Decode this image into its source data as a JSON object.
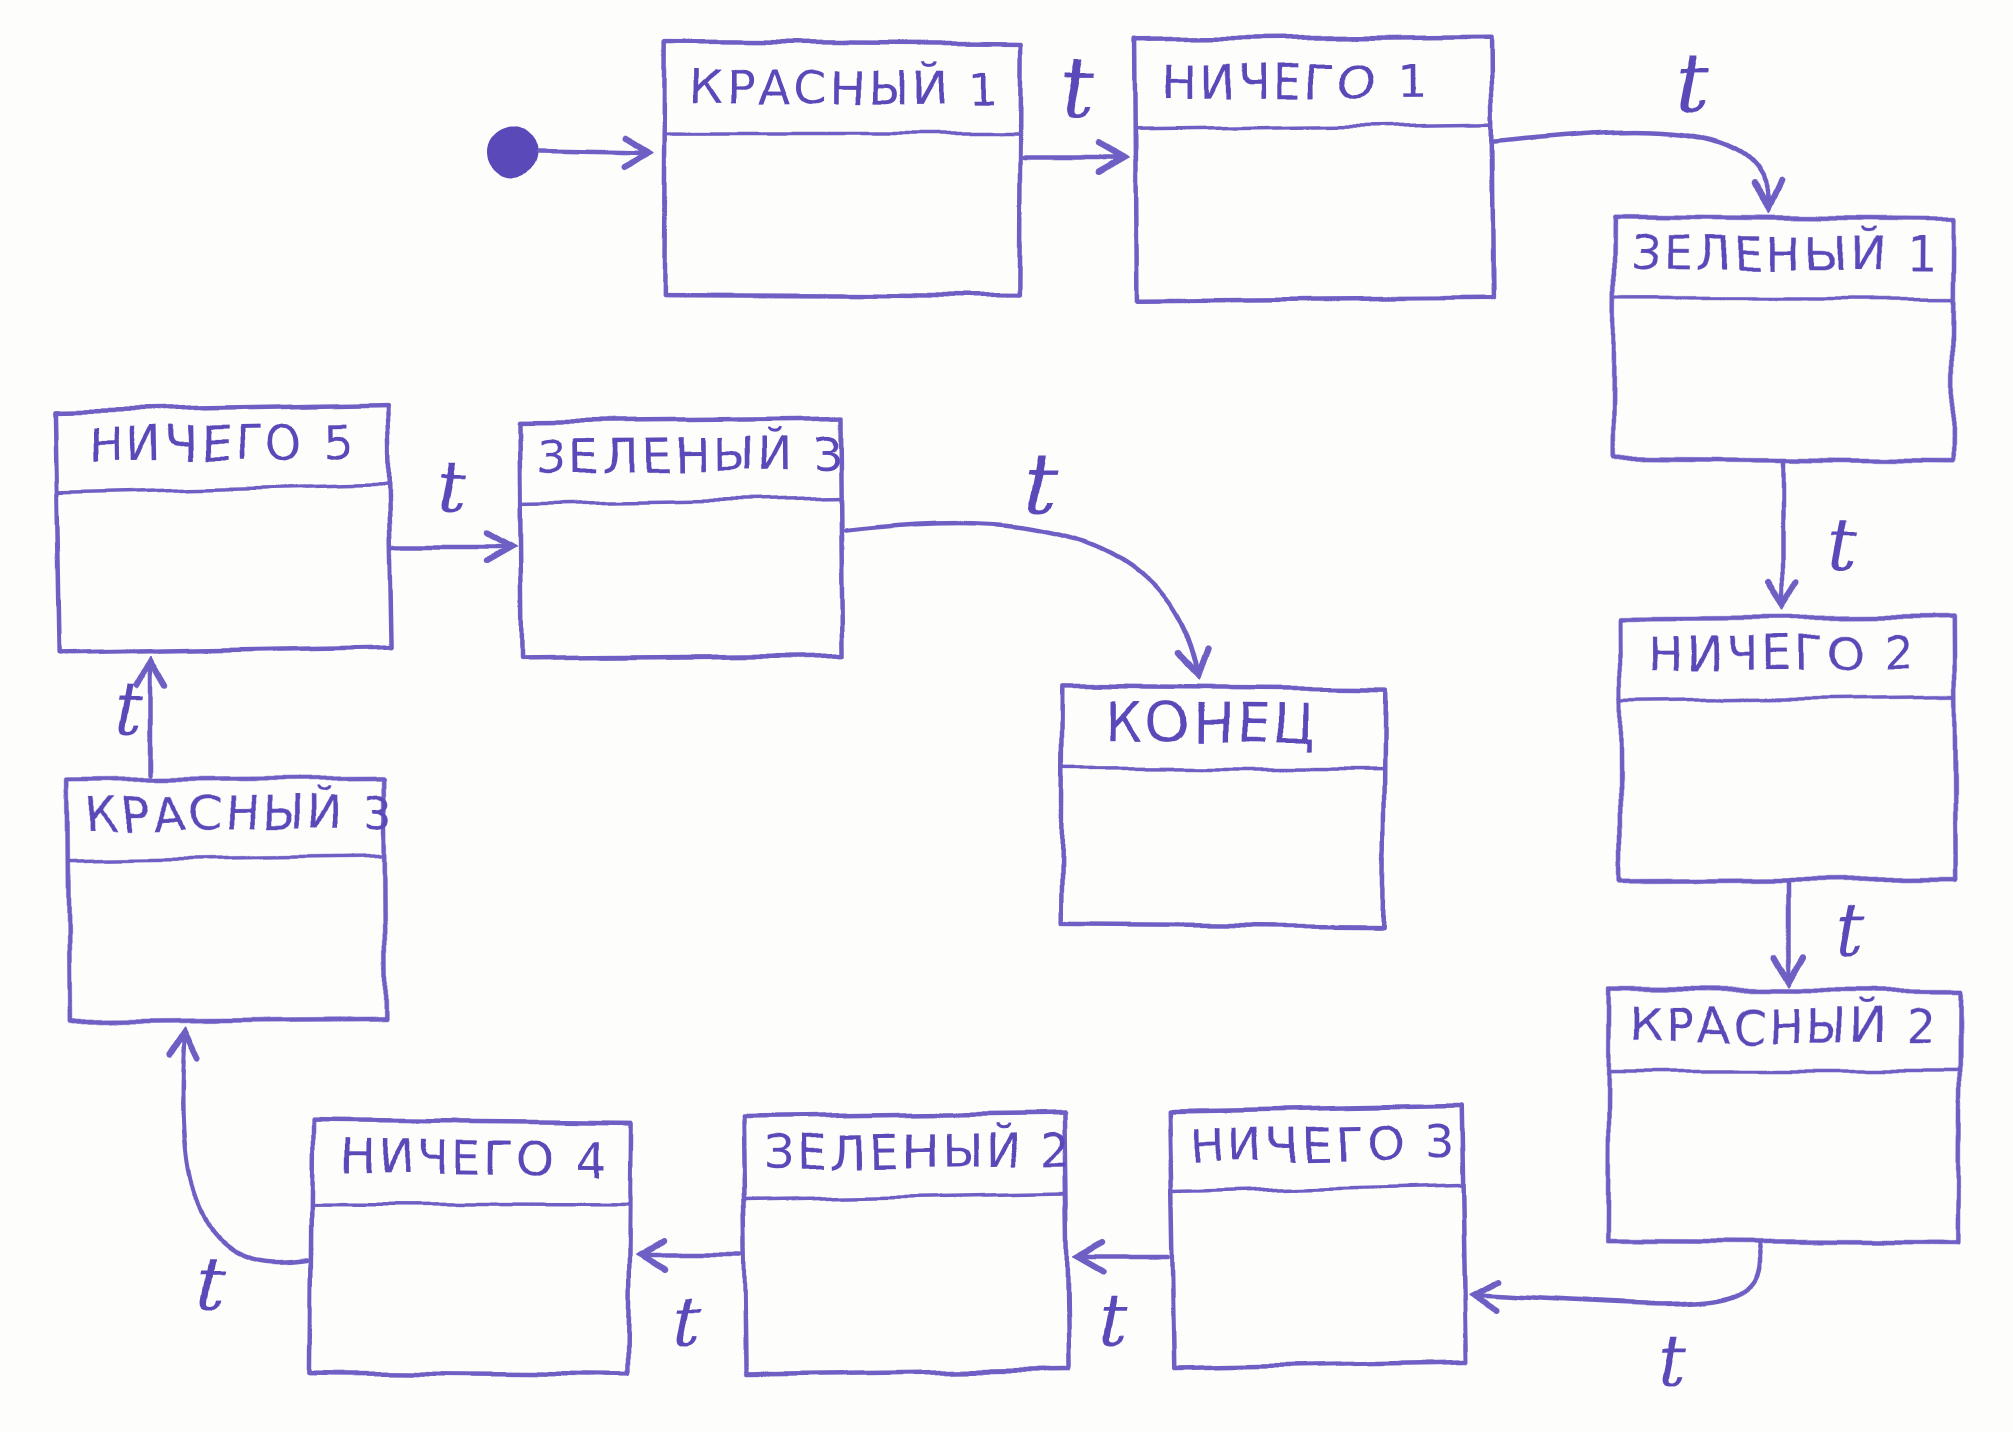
{
  "colors": {
    "ink": "#6e5fc4",
    "ink_dark": "#5a48b8",
    "paper": "#fdfdfb"
  },
  "diagram": {
    "initial_node": "КРАСНЫЙ 1",
    "nodes": [
      {
        "label": "КРАСНЫЙ 1"
      },
      {
        "label": "НИЧЕГО 1"
      },
      {
        "label": "ЗЕЛЕНЫЙ 1"
      },
      {
        "label": "НИЧЕГО 2"
      },
      {
        "label": "КРАСНЫЙ 2"
      },
      {
        "label": "НИЧЕГО 3"
      },
      {
        "label": "ЗЕЛЕНЫЙ 2"
      },
      {
        "label": "НИЧЕГО 4"
      },
      {
        "label": "КРАСНЫЙ 3"
      },
      {
        "label": "НИЧЕГО 5"
      },
      {
        "label": "ЗЕЛЕНЫЙ 3"
      },
      {
        "label": "КОНЕЦ"
      }
    ],
    "transitions": [
      {
        "from": "КРАСНЫЙ 1",
        "to": "НИЧЕГО 1",
        "label": "t"
      },
      {
        "from": "НИЧЕГО 1",
        "to": "ЗЕЛЕНЫЙ 1",
        "label": "t"
      },
      {
        "from": "ЗЕЛЕНЫЙ 1",
        "to": "НИЧЕГО 2",
        "label": "t"
      },
      {
        "from": "НИЧЕГО 2",
        "to": "КРАСНЫЙ 2",
        "label": "t"
      },
      {
        "from": "КРАСНЫЙ 2",
        "to": "НИЧЕГО 3",
        "label": "t"
      },
      {
        "from": "НИЧЕГО 3",
        "to": "ЗЕЛЕНЫЙ 2",
        "label": "t"
      },
      {
        "from": "ЗЕЛЕНЫЙ 2",
        "to": "НИЧЕГО 4",
        "label": "t"
      },
      {
        "from": "НИЧЕГО 4",
        "to": "КРАСНЫЙ 3",
        "label": "t"
      },
      {
        "from": "КРАСНЫЙ 3",
        "to": "НИЧЕГО 5",
        "label": "t"
      },
      {
        "from": "НИЧЕГО 5",
        "to": "ЗЕЛЕНЫЙ 3",
        "label": "t"
      },
      {
        "from": "ЗЕЛЕНЫЙ 3",
        "to": "КОНЕЦ",
        "label": "t"
      }
    ]
  }
}
